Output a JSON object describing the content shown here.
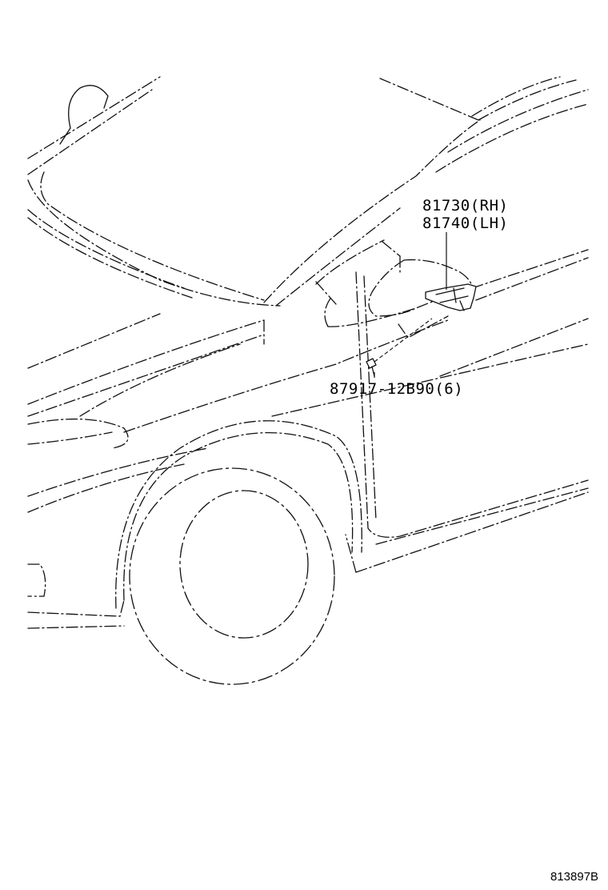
{
  "callouts": {
    "mirror_rh": "81730(RH)",
    "mirror_lh": "81740(LH)",
    "screw": "87917-12B90(6)"
  },
  "figure_number": "813897B"
}
